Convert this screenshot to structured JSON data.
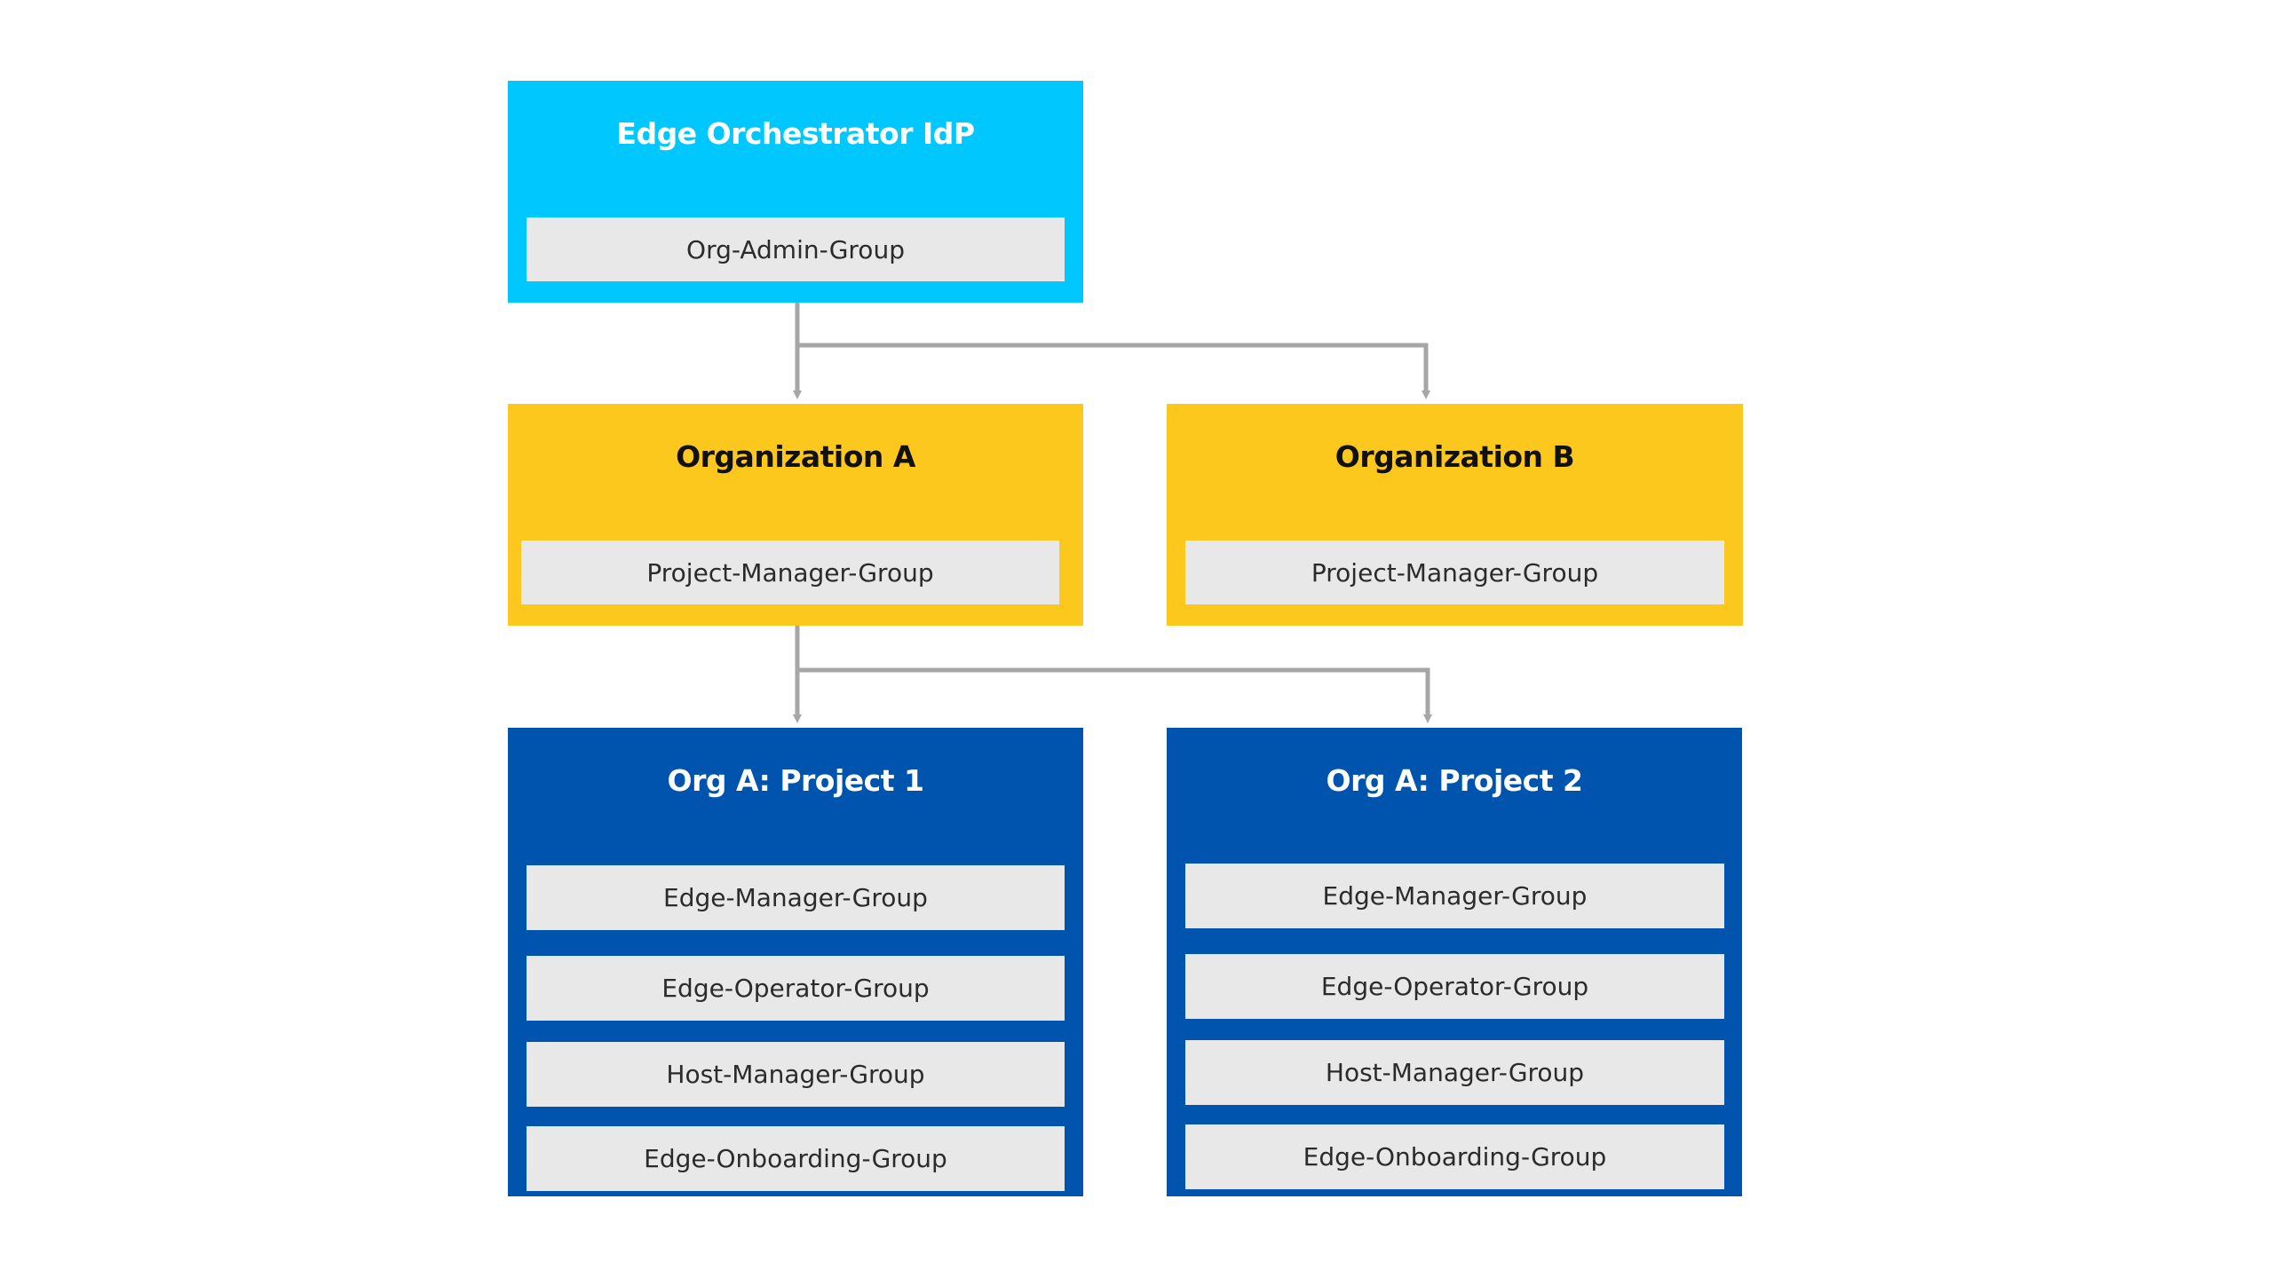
{
  "idp": {
    "title": "Edge Orchestrator IdP",
    "groups": [
      "Org-Admin-Group"
    ]
  },
  "org_a": {
    "title": "Organization A",
    "groups": [
      "Project-Manager-Group"
    ]
  },
  "org_b": {
    "title": "Organization B",
    "groups": [
      "Project-Manager-Group"
    ]
  },
  "project_1": {
    "title": "Org A: Project 1",
    "groups": [
      "Edge-Manager-Group",
      "Edge-Operator-Group",
      "Host-Manager-Group",
      "Edge-Onboarding-Group"
    ]
  },
  "project_2": {
    "title": "Org A: Project 2",
    "groups": [
      "Edge-Manager-Group",
      "Edge-Operator-Group",
      "Host-Manager-Group",
      "Edge-Onboarding-Group"
    ]
  },
  "colors": {
    "idp": "#00c7fd",
    "organization": "#fdc81d",
    "project": "#0054ae",
    "group": "#e8e8e8",
    "connector": "#a6a6a6"
  }
}
